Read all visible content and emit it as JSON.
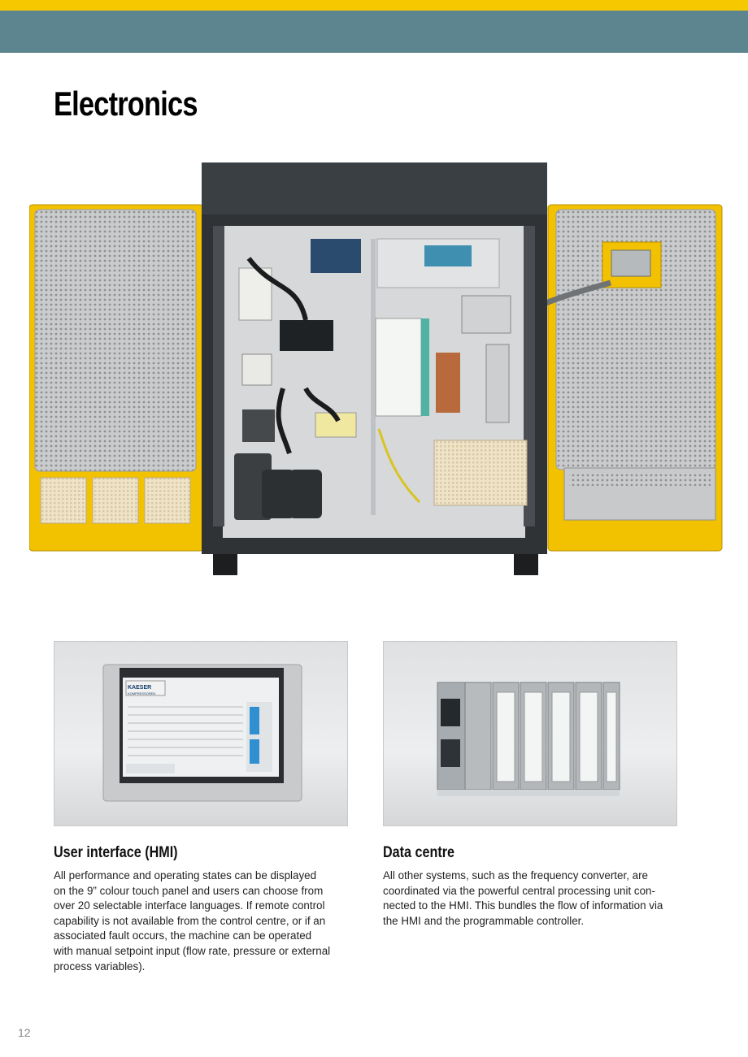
{
  "header": {
    "title": "Electronics",
    "colors": {
      "accent_yellow": "#f5c800",
      "band_teal": "#5d8590"
    }
  },
  "hmi_panel": {
    "brand_line1": "KAESER",
    "brand_line2": "KOMPRESSOREN"
  },
  "sections": [
    {
      "heading": "User interface (HMI)",
      "lines": [
        "All performance and operating states can be displayed",
        "on the 9” colour touch panel and users can choose from",
        "over 20 selectable interface languages. If remote control",
        "capability is not available from the control centre, or if an",
        "associated fault occurs, the machine can be operated",
        "with manual setpoint input (flow rate, pressure or external",
        "process variables)."
      ]
    },
    {
      "heading": "Data centre",
      "lines": [
        "All other systems, such as the frequency converter, are",
        "coordinated via the powerful central processing unit con-",
        "nected to the HMI. This bundles the flow of information via",
        "the HMI and the programmable controller."
      ]
    }
  ],
  "footer": {
    "page_number": "12"
  }
}
